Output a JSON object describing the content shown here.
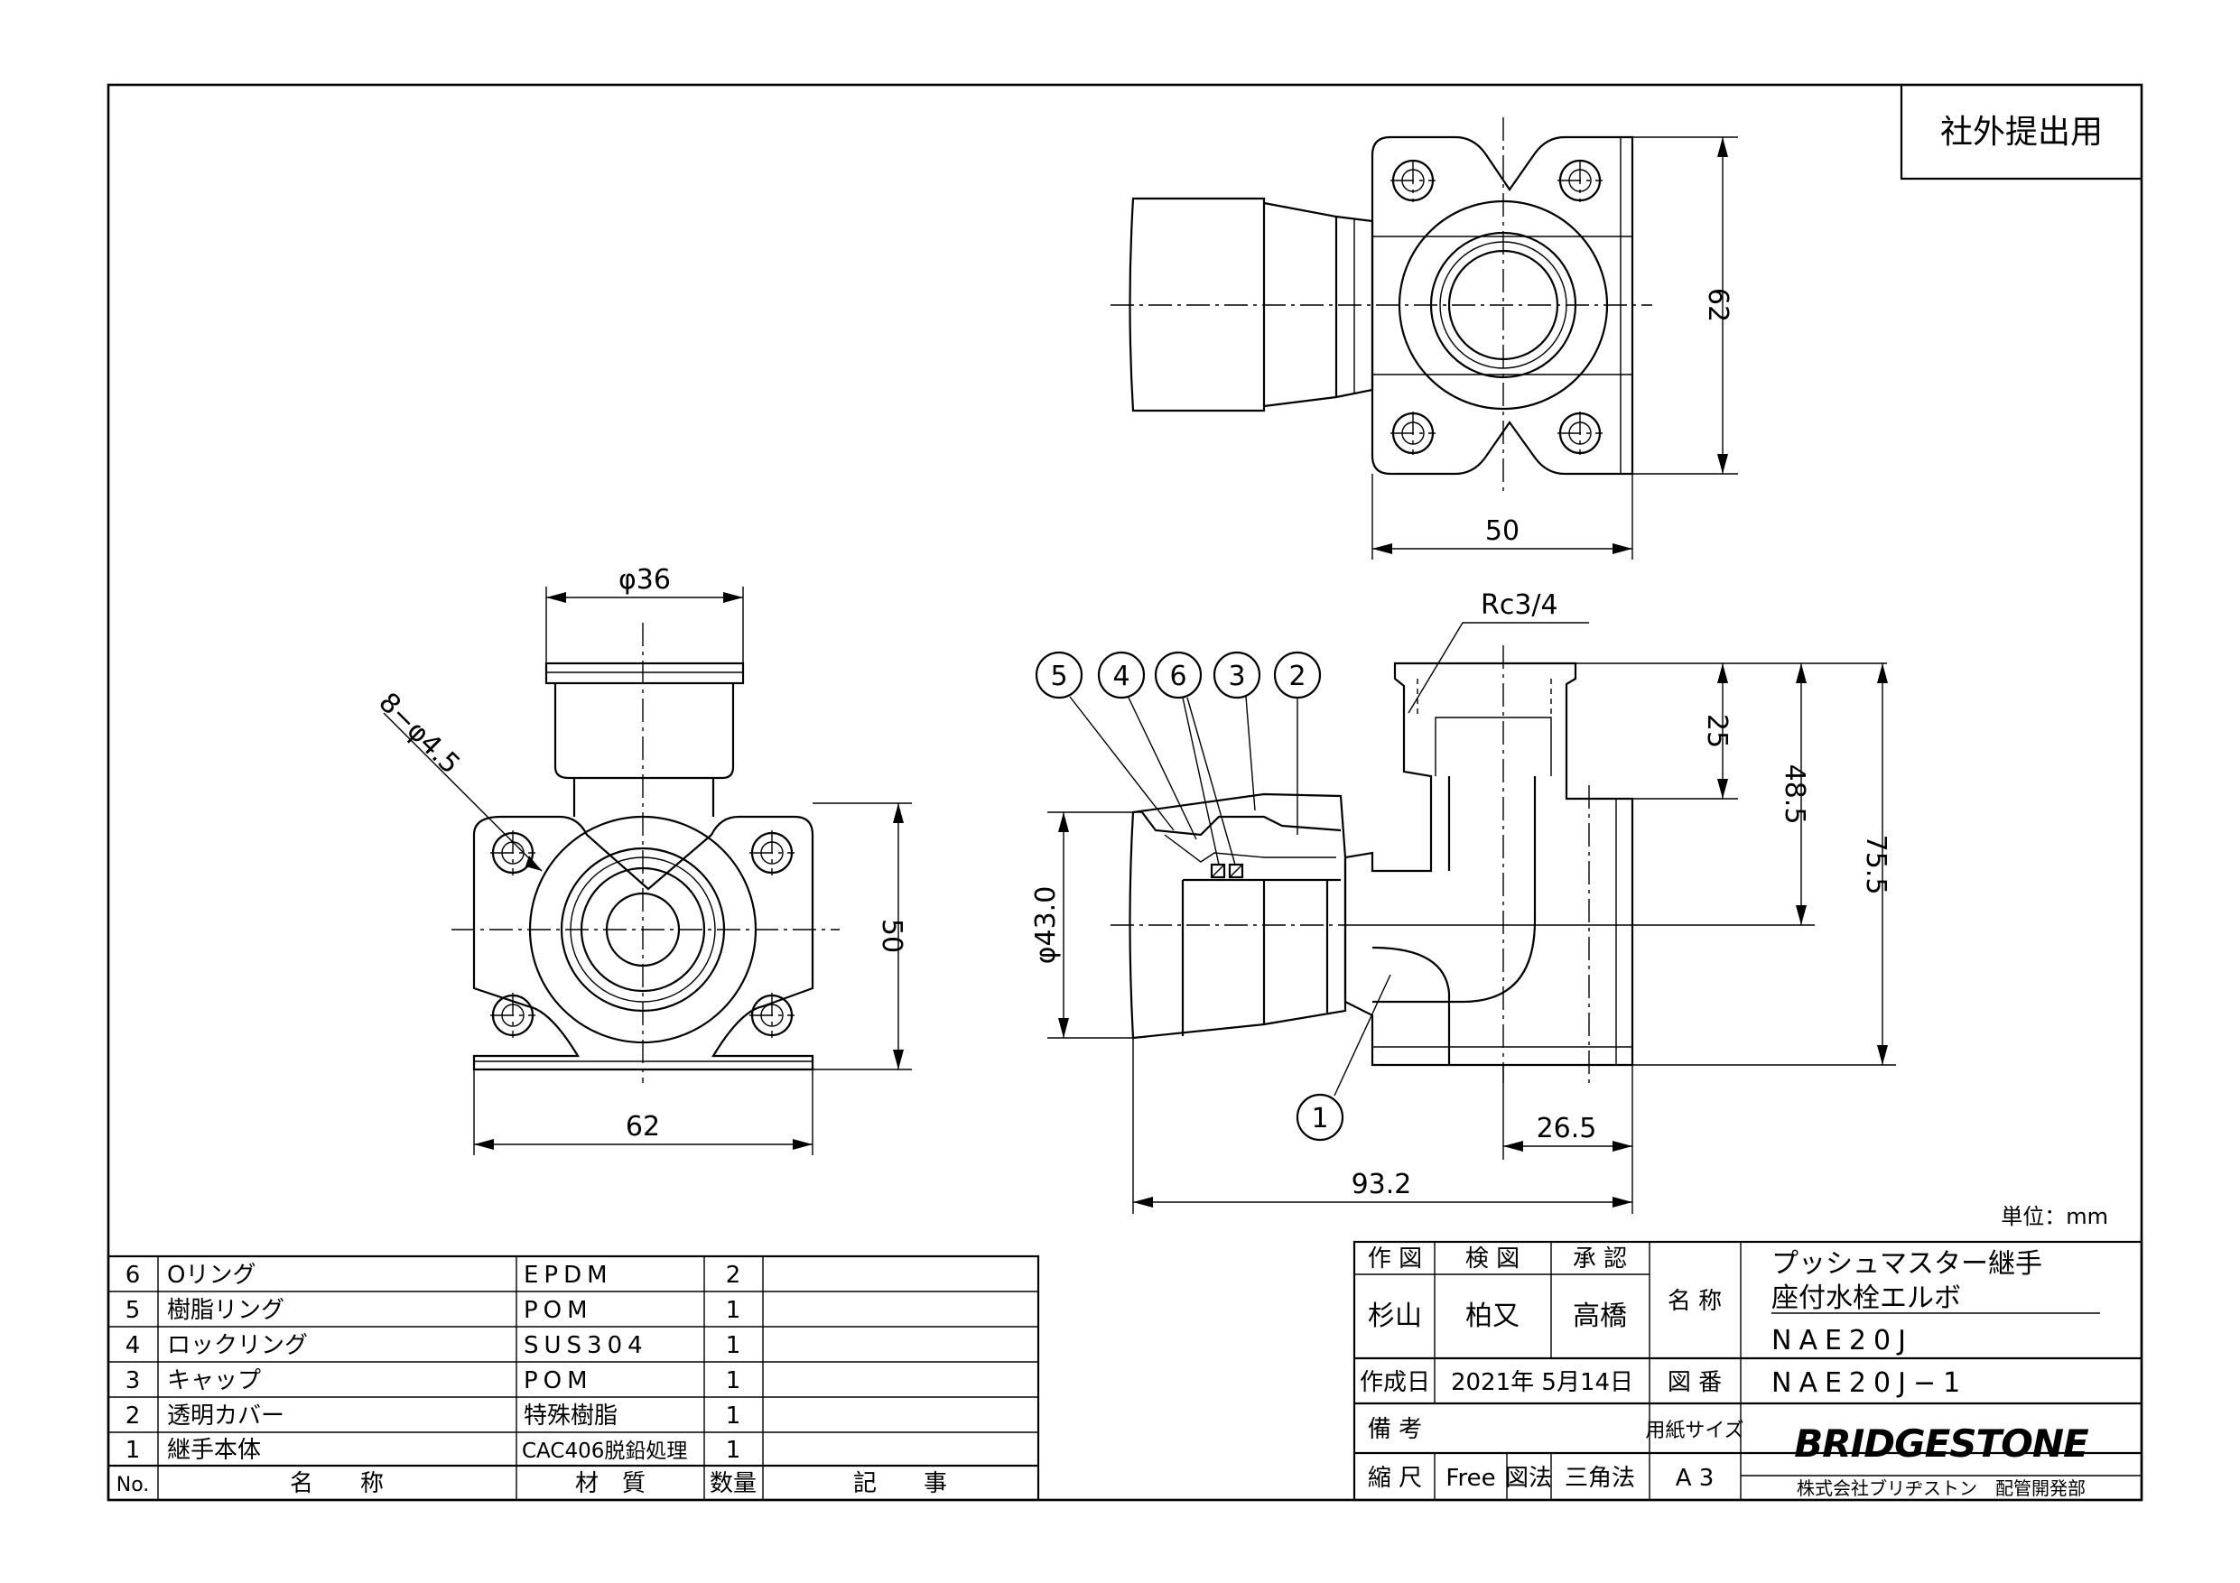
{
  "stamp": "社外提出用",
  "unit_note": "単位：mm",
  "dimensions": {
    "top_height": "62",
    "top_width": "50",
    "front_dia": "φ36",
    "holes": "8−φ4.5",
    "front_height": "50",
    "front_width": "62",
    "thread": "Rc3/4",
    "side_inner": "25",
    "side_mid": "48.5",
    "side_total": "75.5",
    "side_dia": "φ43.0",
    "side_offset": "26.5",
    "side_length": "93.2"
  },
  "balloons": [
    "5",
    "4",
    "6",
    "3",
    "2",
    "1"
  ],
  "parts_table": {
    "header": {
      "no": "No.",
      "name": "名　　称",
      "material": "材　質",
      "qty": "数量",
      "note": "記　　事"
    },
    "rows": [
      {
        "no": "6",
        "name": "Oリング",
        "material": "EPDM",
        "qty": "2"
      },
      {
        "no": "5",
        "name": "樹脂リング",
        "material": "POM",
        "qty": "1"
      },
      {
        "no": "4",
        "name": "ロックリング",
        "material": "SUS304",
        "qty": "1"
      },
      {
        "no": "3",
        "name": "キャップ",
        "material": "POM",
        "qty": "1"
      },
      {
        "no": "2",
        "name": "透明カバー",
        "material": "特殊樹脂",
        "qty": "1"
      },
      {
        "no": "1",
        "name": "継手本体",
        "material": "CAC406脱鉛処理",
        "qty": "1"
      }
    ]
  },
  "title_block": {
    "drawn_label": "作 図",
    "checked_label": "検 図",
    "approved_label": "承 認",
    "drawn_by": "杉山",
    "checked_by": "柏又",
    "approved_by": "高橋",
    "name_label": "名 称",
    "product_line1": "プッシュマスター継手",
    "product_line2": "座付水栓エルボ",
    "model": "NAE20J",
    "date_label": "作成日",
    "date": "2021年 5月14日",
    "drawing_no_label": "図 番",
    "drawing_no": "NAE20J−1",
    "remarks_label": "備 考",
    "paper_label": "用紙サイズ",
    "scale_label": "縮 尺",
    "scale": "Free",
    "method_label": "図法",
    "method": "三角法",
    "paper_size": "A 3",
    "brand": "BRIDGESTONE",
    "company": "株式会社ブリヂストン　配管開発部"
  }
}
